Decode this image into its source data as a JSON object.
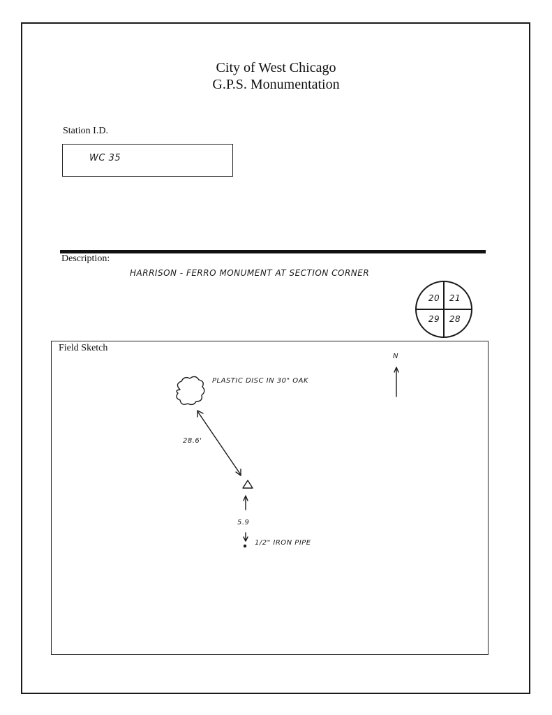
{
  "header": {
    "title_line1": "City of West Chicago",
    "title_line2": "G.P.S. Monumentation"
  },
  "station": {
    "label": "Station I.D.",
    "value": "WC 35"
  },
  "description": {
    "label": "Description:",
    "text": "HARRISON - FERRO MONUMENT AT SECTION CORNER"
  },
  "section_corner": {
    "top_left": "20",
    "top_right": "21",
    "bottom_left": "29",
    "bottom_right": "28"
  },
  "field_sketch": {
    "label": "Field Sketch",
    "north": "N",
    "tree_note": "PLASTIC DISC IN 30\" OAK",
    "tree_distance": "28.6'",
    "pipe_distance": "5.9",
    "pipe_note": "1/2\" IRON PIPE"
  }
}
